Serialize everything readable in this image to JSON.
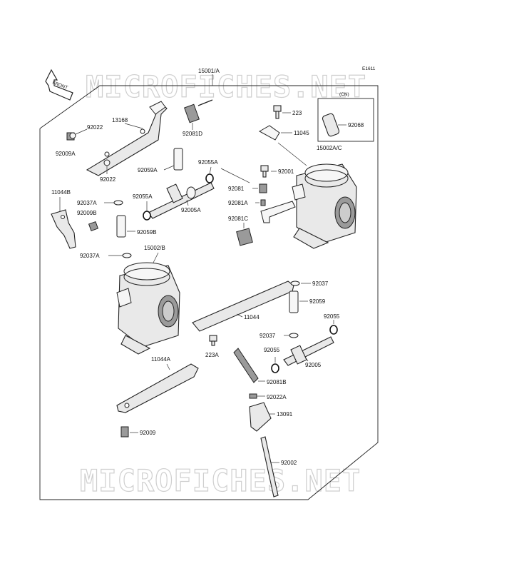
{
  "diagram_code": "E1611",
  "assembly_number": "15001/A",
  "front_label": "FRONT",
  "cn_label": "(CN)",
  "watermarks": [
    "MICROFICHES.NET",
    "MICROFICHES.NET"
  ],
  "callouts": {
    "c13168": "13168",
    "c92022a": "92022",
    "c92009a_top": "92009A",
    "c92022b": "92022",
    "c92081d": "92081D",
    "c223": "223",
    "c11045": "11045",
    "c92068": "92068",
    "c15002ac": "15002A/C",
    "c92059a": "92059A",
    "c92055a_top": "92055A",
    "c92001": "92001",
    "c11044b": "11044B",
    "c92081": "92081",
    "c92055a_mid": "92055A",
    "c92037a_top": "92037A",
    "c92009b": "92009B",
    "c92005a": "92005A",
    "c92081a": "92081A",
    "c92081c": "92081C",
    "c92059b": "92059B",
    "c15002b": "15002/B",
    "c92037a_low": "92037A",
    "c92037_right": "92037",
    "c92059_right": "92059",
    "c11044": "11044",
    "c92055_right": "92055",
    "c92037_mid": "92037",
    "c92055_mid": "92055",
    "c223a": "223A",
    "c92005": "92005",
    "c11044a": "11044A",
    "c92081b": "92081B",
    "c92022a_low": "92022A",
    "c13091": "13091",
    "c92009": "92009",
    "c92002": "92002"
  }
}
